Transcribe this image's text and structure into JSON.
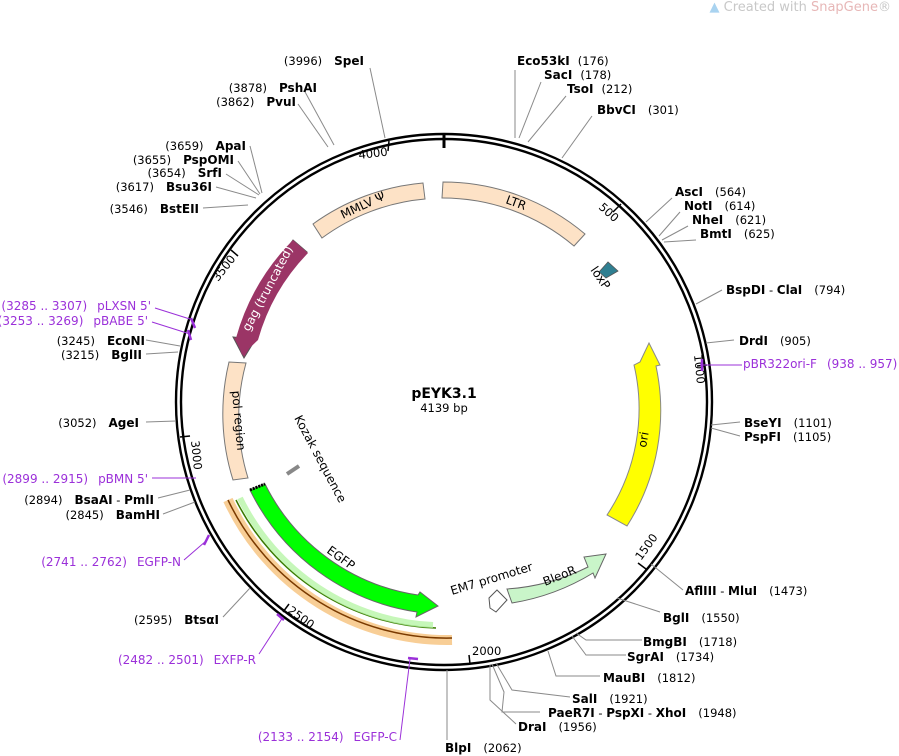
{
  "watermark": {
    "prefix": "Created with ",
    "brand": "SnapGene",
    "suffix": "®"
  },
  "plasmid": {
    "name": "pEYK3.1",
    "size_label": "4139 bp",
    "length": 4139
  },
  "ticks": [
    "500",
    "1000",
    "1500",
    "2000",
    "2500",
    "3000",
    "3500",
    "4000"
  ],
  "features": [
    {
      "id": "LTR",
      "label": "LTR",
      "start": 1,
      "end": 594
    },
    {
      "id": "loxP",
      "label": "loxP",
      "start": 705,
      "end": 738
    },
    {
      "id": "ori",
      "label": "ori",
      "start": 1050,
      "end": 1638
    },
    {
      "id": "BleoR",
      "label": "BleoR",
      "start": 1650,
      "end": 2025
    },
    {
      "id": "EM7",
      "label": "EM7 promoter",
      "start": 2030,
      "end": 2077
    },
    {
      "id": "EGFP",
      "label": "EGFP",
      "start": 2160,
      "end": 2878
    },
    {
      "id": "Kozak",
      "label": "Kozak sequence",
      "start": 2876,
      "end": 2885
    },
    {
      "id": "pol",
      "label": "pol region",
      "start": 2900,
      "end": 3250
    },
    {
      "id": "gag",
      "label": "gag (truncated)",
      "start": 3300,
      "end": 3720
    },
    {
      "id": "mmlv",
      "label": "MMLV Ψ",
      "start": 3756,
      "end": 4100
    }
  ],
  "sites": [
    {
      "name": "Eco53kI",
      "pos": "(176)"
    },
    {
      "name": "SacI",
      "pos": "(178)"
    },
    {
      "name": "TsoI",
      "pos": "(212)"
    },
    {
      "name": "BbvCI",
      "pos": "(301)"
    },
    {
      "name": "AscI",
      "pos": "(564)"
    },
    {
      "name": "NotI",
      "pos": "(614)"
    },
    {
      "name": "NheI",
      "pos": "(621)"
    },
    {
      "name": "BmtI",
      "pos": "(625)"
    },
    {
      "name": "BspDI",
      "name2": "ClaI",
      "pos": "(794)"
    },
    {
      "name": "DrdI",
      "pos": "(905)"
    },
    {
      "name": "BseYI",
      "pos": "(1101)"
    },
    {
      "name": "PspFI",
      "pos": "(1105)"
    },
    {
      "name": "AflIII",
      "name2": "MluI",
      "pos": "(1473)"
    },
    {
      "name": "BglI",
      "pos": "(1550)"
    },
    {
      "name": "BmgBI",
      "pos": "(1718)"
    },
    {
      "name": "SgrAI",
      "pos": "(1734)"
    },
    {
      "name": "MauBI",
      "pos": "(1812)"
    },
    {
      "name": "SalI",
      "pos": "(1921)"
    },
    {
      "name": "PaeR7I",
      "name2": "PspXI",
      "name3": "XhoI",
      "pos": "(1948)"
    },
    {
      "name": "DraI",
      "pos": "(1956)"
    },
    {
      "name": "BlpI",
      "pos": "(2062)"
    },
    {
      "name": "BtsαI",
      "pos": "(2595)"
    },
    {
      "name": "BamHI",
      "pos": "(2845)"
    },
    {
      "name": "BsaAI",
      "name2": "PmlI",
      "pos": "(2894)"
    },
    {
      "name": "AgeI",
      "pos": "(3052)"
    },
    {
      "name": "BglII",
      "pos": "(3215)"
    },
    {
      "name": "EcoNI",
      "pos": "(3245)"
    },
    {
      "name": "BstEII",
      "pos": "(3546)"
    },
    {
      "name": "Bsu36I",
      "pos": "(3617)"
    },
    {
      "name": "SrfI",
      "pos": "(3654)"
    },
    {
      "name": "PspOMI",
      "pos": "(3655)"
    },
    {
      "name": "ApaI",
      "pos": "(3659)"
    },
    {
      "name": "PvuI",
      "pos": "(3862)"
    },
    {
      "name": "PshAI",
      "pos": "(3878)"
    },
    {
      "name": "SpeI",
      "pos": "(3996)"
    }
  ],
  "primers": [
    {
      "name": "pBR322ori-F",
      "range": "(938 .. 957)"
    },
    {
      "name": "EGFP-C",
      "range": "(2133 .. 2154)"
    },
    {
      "name": "EXFP-R",
      "range": "(2482 .. 2501)"
    },
    {
      "name": "EGFP-N",
      "range": "(2741 .. 2762)"
    },
    {
      "name": "pBMN 5'",
      "range": "(2899 .. 2915)"
    },
    {
      "name": "pBABE 5'",
      "range": "(3253 .. 3269)"
    },
    {
      "name": "pLXSN 5'",
      "range": "(3285 .. 3307)"
    }
  ],
  "colors": {
    "LTR": "#fde2c6",
    "mmlv": "#fde2c6",
    "pol": "#fde2c6",
    "gag": "#9b3566",
    "loxP": "#2f7f91",
    "ori": "#ffff00",
    "BleoR": "#c9f5c9",
    "EM7": "#ffffff",
    "EGFP": "#00ff00",
    "primer": "#9b30d9",
    "primer_halo": "#f7c98b"
  }
}
